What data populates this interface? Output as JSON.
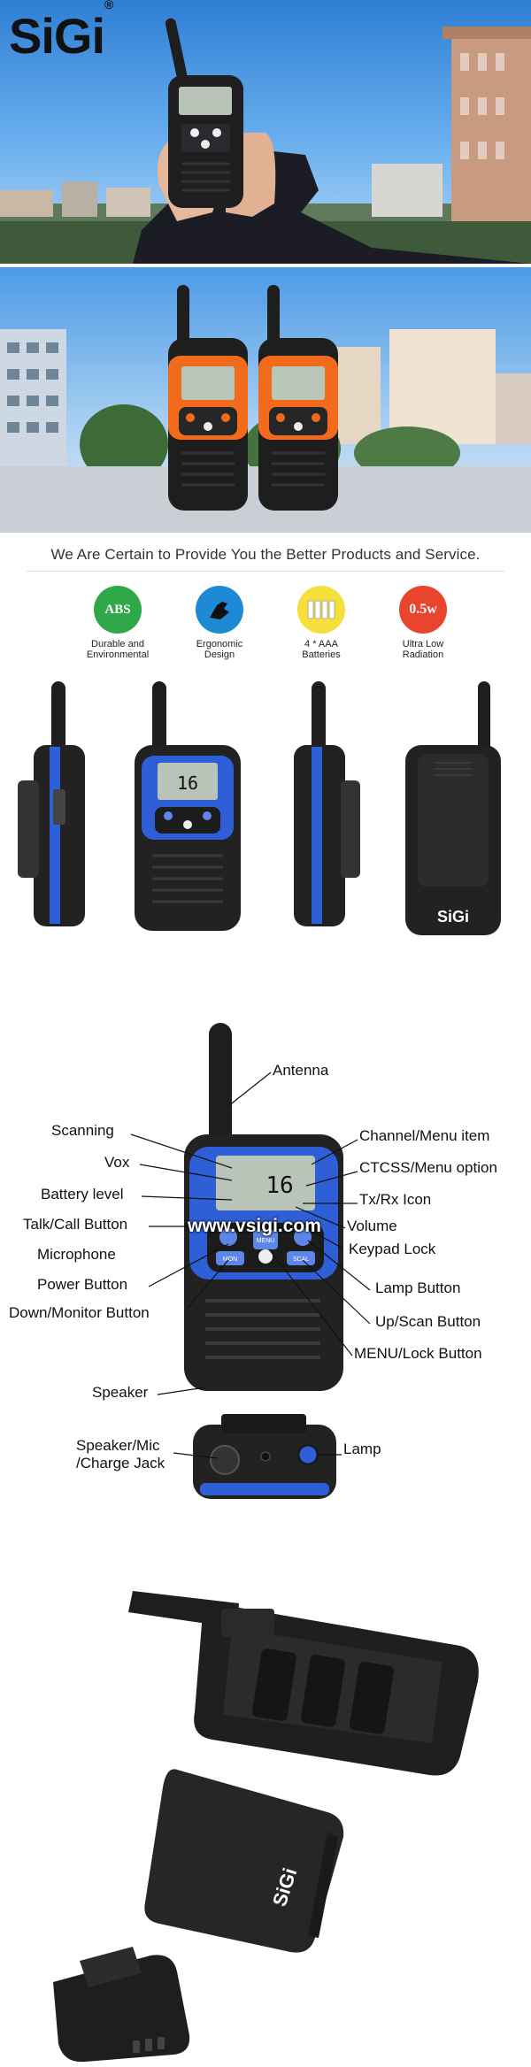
{
  "brand": {
    "logo": "SiGi",
    "registered": "®"
  },
  "tagline": "We Are Certain to Provide You the Better Products and Service.",
  "features": [
    {
      "badge": "ABS",
      "label": "Durable and\nEnvironmental",
      "color": "#2fa84a"
    },
    {
      "badge": "",
      "label": "Ergonomic\nDesign",
      "color": "#1e8ad6",
      "icon": "hand-icon"
    },
    {
      "badge": "",
      "label": "4 * AAA\nBatteries",
      "color": "#f4df3b",
      "icon": "batteries-icon"
    },
    {
      "badge": "0.5w",
      "label": "Ultra Low\nRadiation",
      "color": "#e8452c"
    }
  ],
  "device_back_logo": "SiGi",
  "lcd_text": "16",
  "diagram": {
    "callouts": {
      "antenna": "Antenna",
      "scanning": "Scanning",
      "channel_menu_item": "Channel/Menu item",
      "vox": "Vox",
      "ctcss": "CTCSS/Menu option",
      "battery_level": "Battery level",
      "txrx_icon": "Tx/Rx Icon",
      "talk_call": "Talk/Call Button",
      "volume": "Volume",
      "microphone": "Microphone",
      "keypad_lock": "Keypad Lock",
      "power": "Power Button",
      "lamp_button": "Lamp Button",
      "down_monitor": "Down/Monitor Button",
      "up_scan": "Up/Scan Button",
      "menu_lock": "MENU/Lock Button",
      "speaker": "Speaker",
      "speaker_mic_charge": "Speaker/Mic\n/Charge Jack",
      "lamp": "Lamp"
    },
    "watermark": "www.vsigi.com",
    "keys": {
      "menu": "MENU",
      "mon": "MON",
      "scan": "SCAL"
    }
  },
  "battery_cover_logo": "SiGi",
  "colors": {
    "orange": "#f26a1b",
    "blue": "#2f5fd6",
    "body": "#1e1e1e"
  }
}
